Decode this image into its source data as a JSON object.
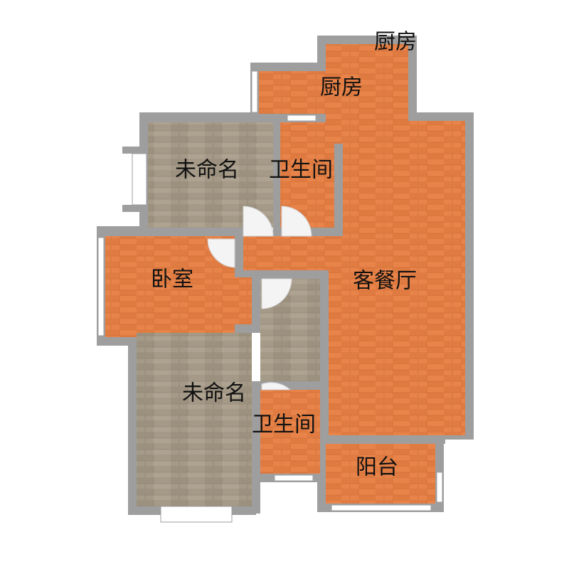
{
  "colors": {
    "wall": "#9e9e9e",
    "wood_orange": "#e8844a",
    "wood_orange_alt": "#d9733b",
    "wood_gray": "#a59a88",
    "wood_gray_alt": "#978c7a",
    "window": "#ffffff",
    "door_swing": "#f2f2f2"
  },
  "rooms": {
    "kitchen_outer": {
      "label": "厨房",
      "floor": "orange"
    },
    "kitchen_inner": {
      "label": "厨房",
      "floor": "orange"
    },
    "unnamed_top": {
      "label": "未命名",
      "floor": "gray"
    },
    "bathroom_top": {
      "label": "卫生间",
      "floor": "orange"
    },
    "living_dining": {
      "label": "客餐厅",
      "floor": "orange"
    },
    "bedroom": {
      "label": "卧室",
      "floor": "orange"
    },
    "unnamed_bottom": {
      "label": "未命名",
      "floor": "gray"
    },
    "bathroom_bottom": {
      "label": "卫生间",
      "floor": "orange"
    },
    "balcony": {
      "label": "阳台",
      "floor": "orange"
    }
  }
}
